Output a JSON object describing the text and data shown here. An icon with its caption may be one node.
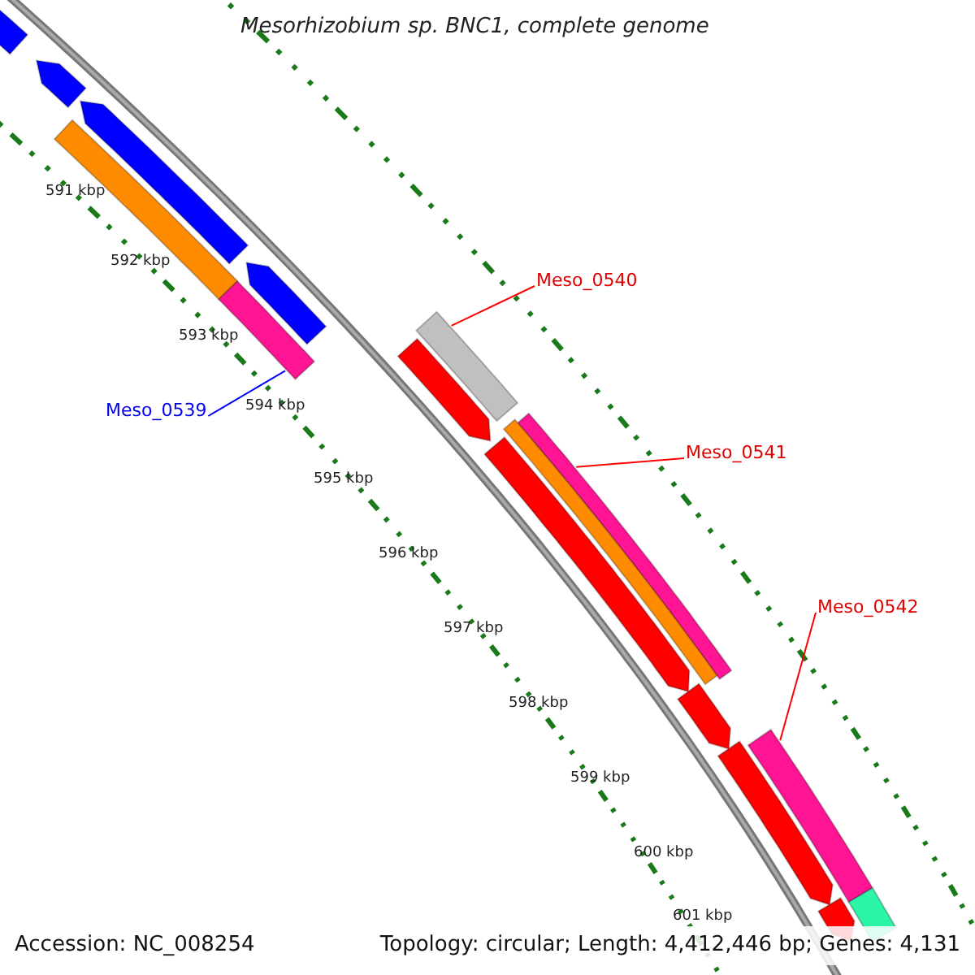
{
  "diagram": {
    "title": "Mesorhizobium sp. BNC1, complete genome",
    "nodes": [
      {
        "text": [
          "Meso_0540"
        ]
      },
      {
        "text": [
          "Meso_0539"
        ]
      },
      {
        "text": [
          "Meso_0541"
        ]
      },
      {
        "text": [
          "Meso_0542"
        ]
      },
      {
        "text": [],
        "shape": "bar"
      },
      {
        "text": [],
        "shape": "bar"
      },
      {
        "text": [],
        "shape": "bar"
      },
      {
        "text": [],
        "shape": "bar"
      },
      {
        "text": [],
        "shape": "bar"
      },
      {
        "text": [],
        "shape": "bar"
      },
      {
        "text": [],
        "shape": "bar"
      },
      {
        "text": [],
        "shape": "bar"
      },
      {
        "text": [],
        "shape": "bar"
      },
      {
        "text": [],
        "shape": "bar"
      },
      {
        "text": [],
        "shape": "bar"
      },
      {
        "text": [],
        "shape": "bar"
      },
      {
        "text": [],
        "shape": "bar"
      },
      {
        "text": [],
        "shape": "bar"
      },
      {
        "text": [],
        "shape": "bar"
      },
      {
        "text": [],
        "shape": "bar"
      }
    ],
    "edges": [
      {
        "from": 0,
        "to": 10,
        "arrow": "none"
      },
      {
        "from": 1,
        "to": 9,
        "arrow": "none",
        "color": "#0000ff"
      },
      {
        "from": 2,
        "to": 12,
        "arrow": "none"
      },
      {
        "from": 3,
        "to": 16,
        "arrow": "none"
      }
    ],
    "labels": [
      "591 kbp",
      "592 kbp",
      "593 kbp",
      "594 kbp",
      "595 kbp",
      "596 kbp",
      "597 kbp",
      "598 kbp",
      "599 kbp",
      "600 kbp",
      "601 kbp",
      "Accession: NC_008254",
      "Topology: circular; Length: 4,412,446 bp; Genes: 4,131"
    ]
  }
}
